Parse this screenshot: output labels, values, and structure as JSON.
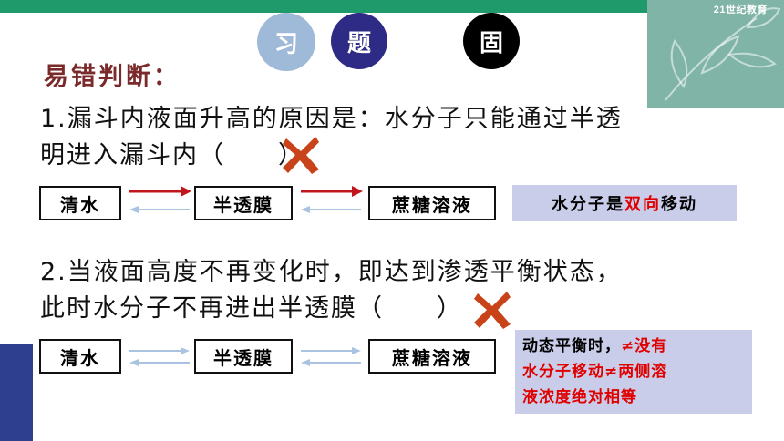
{
  "logo": {
    "text": "21世纪教育"
  },
  "title_circles": [
    "习",
    "题",
    "",
    "固"
  ],
  "heading": "易错判断：",
  "q1": {
    "line1": "1.漏斗内液面升高的原因是：水分子只能通过半透",
    "line2_prefix": "明进入漏斗内（",
    "line2_suffix": "）",
    "boxes": [
      "清水",
      "半透膜",
      "蔗糖溶液"
    ],
    "note_parts": [
      "水分子是",
      "双向",
      "移动"
    ]
  },
  "q2": {
    "line1": "2.当液面高度不再变化时，即达到渗透平衡状态，",
    "line2_prefix": "此时水分子不再进出半透膜（",
    "line2_suffix": "）",
    "boxes": [
      "清水",
      "半透膜",
      "蔗糖溶液"
    ],
    "note_line1_black": "动态平衡时，",
    "note_line1_red": "≠没有",
    "note_line2": "水分子移动≠两侧溶",
    "note_line3": "液浓度绝对相等"
  },
  "colors": {
    "top_bar": "#1f9a6a",
    "accent_red": "#e00000",
    "arrow_red": "#c0161c",
    "arrow_blue": "#a9c3e0",
    "note_bg": "#c9cde9",
    "left_bar": "#2e3f8f",
    "cross": "#c9431a"
  },
  "icons": {
    "wrong_mark": "cross-mark-icon"
  }
}
